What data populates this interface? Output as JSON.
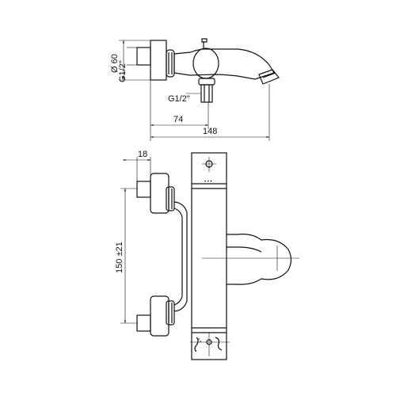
{
  "dimensions": {
    "diameter": "Ø 60",
    "thread_vertical": "G1/2\"",
    "thread_horizontal": "G1/2\"",
    "width_74": "74",
    "width_148": "148",
    "width_18": "18",
    "height_150": "150 ±21"
  },
  "icons": {
    "top_view": "mixer-top-view-icon",
    "front_view": "mixer-front-view-icon",
    "hand_shower": "hand-shower-icon",
    "spout": "spout-icon"
  }
}
